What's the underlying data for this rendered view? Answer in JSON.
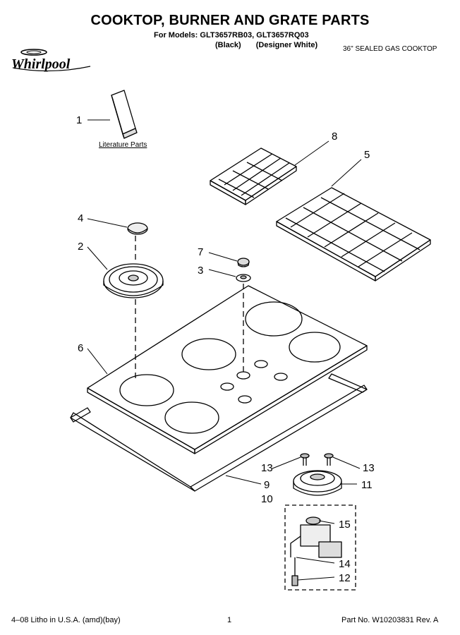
{
  "header": {
    "title": "COOKTOP, BURNER AND GRATE PARTS",
    "models": "For Models: GLT3657RB03, GLT3657RQ03",
    "variant_black": "(Black)",
    "variant_white": "(Designer White)",
    "cooktop_type": "36\" SEALED GAS COOKTOP"
  },
  "brand": {
    "logo_text": "Whirlpool"
  },
  "literature_label": "Literature Parts",
  "callouts": {
    "c1": "1",
    "c2": "2",
    "c3": "3",
    "c4": "4",
    "c5": "5",
    "c6": "6",
    "c7": "7",
    "c8": "8",
    "c9": "9",
    "c10": "10",
    "c11": "11",
    "c12": "12",
    "c13a": "13",
    "c13b": "13",
    "c14": "14",
    "c15": "15"
  },
  "footer": {
    "left": "4–08 Litho in U.S.A. (amd)(bay)",
    "center": "1",
    "right": "Part No. W10203831 Rev. A"
  }
}
